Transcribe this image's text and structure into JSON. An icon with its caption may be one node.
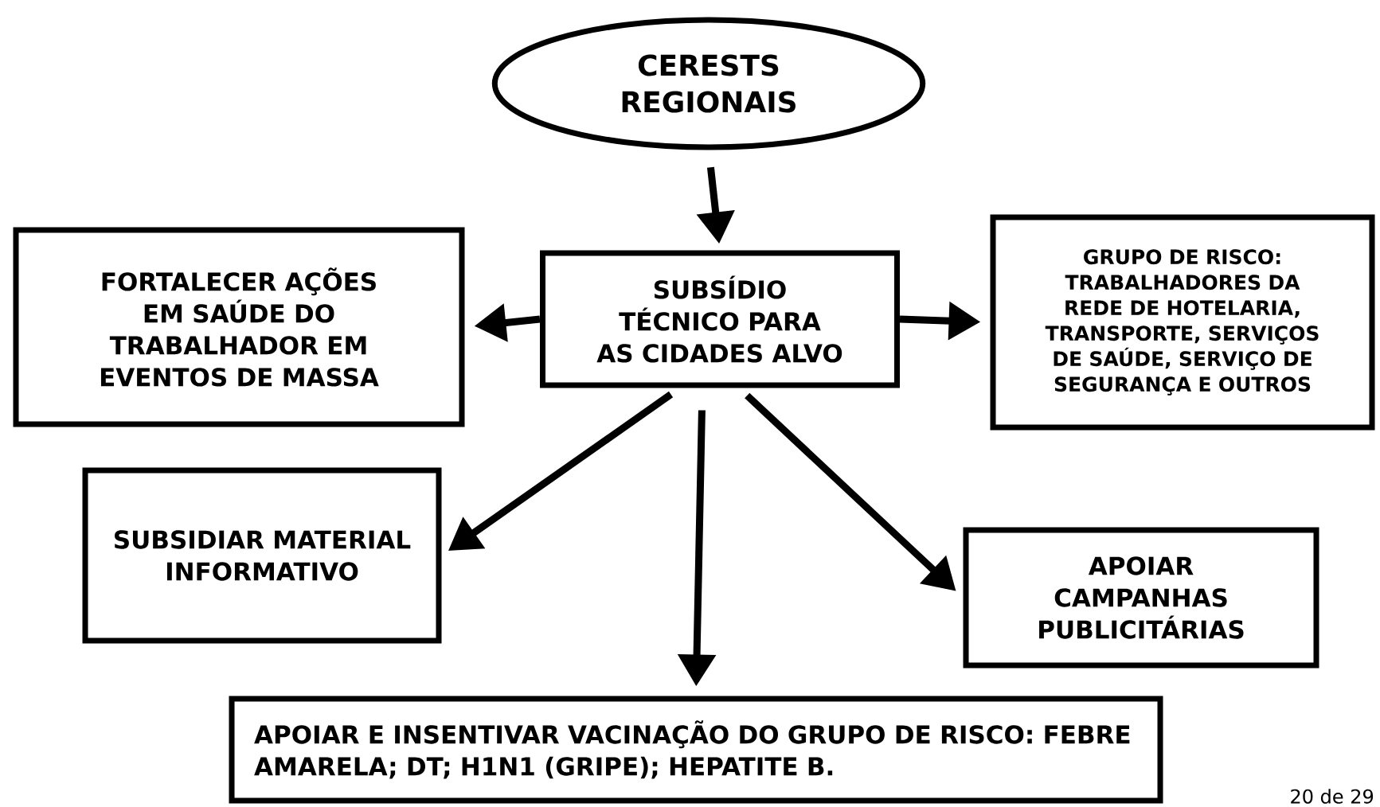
{
  "diagram": {
    "nodes": [
      {
        "text": [
          "CERESTS REGIONAIS"
        ]
      },
      {
        "text": [
          "SUBSÍDIO TÉCNICO PARA AS CIDADES ALVO"
        ]
      },
      {
        "text": [
          "FORTALECER AÇÕES EM SAÚDE DO TRABALHADOR EM EVENTOS DE MASSA"
        ]
      },
      {
        "text": [
          "GRUPO DE RISCO: TRABALHADORES DA REDE DE HOTELARIA, TRANSPORTE, SERVIÇOS DE SAÚDE, SERVIÇO DE SEGURANÇA E OUTROS"
        ]
      },
      {
        "text": [
          "SUBSIDIAR MATERIAL INFORMATIVO"
        ]
      },
      {
        "text": [
          "APOIAR CAMPANHAS PUBLICITÁRIAS"
        ]
      },
      {
        "text": [
          "APOIAR E INSENTIVAR VACINAÇÃO DO GRUPO DE RISCO: FEBRE AMARELA; DT; H1N1 (GRIPE); HEPATITE B."
        ]
      }
    ],
    "edges": [
      {
        "from": 0,
        "to": 1,
        "arrow": "to"
      },
      {
        "from": 1,
        "to": 2,
        "arrow": "to"
      },
      {
        "from": 1,
        "to": 3,
        "arrow": "to"
      },
      {
        "from": 1,
        "to": 4,
        "arrow": "to"
      },
      {
        "from": 1,
        "to": 6,
        "arrow": "to"
      },
      {
        "from": 1,
        "to": 5,
        "arrow": "to"
      }
    ],
    "labels": [
      "20 de 29"
    ]
  }
}
